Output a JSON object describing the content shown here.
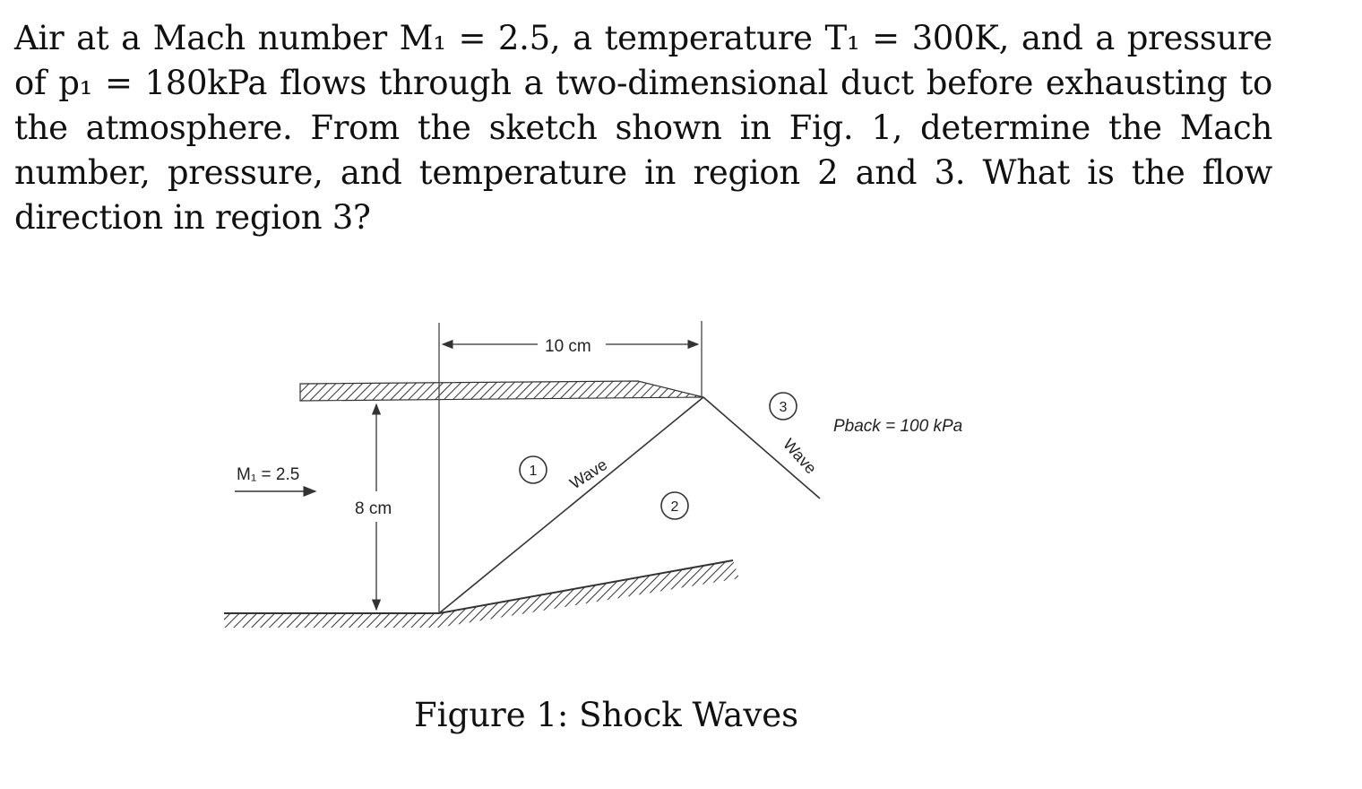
{
  "problem": {
    "text": "Air at a Mach number M₁ = 2.5, a temperature T₁ = 300K, and a pressure of p₁ = 180kPa flows through a two-dimensional duct before exhausting to the atmosphere. From the sketch shown in Fig. 1, determine the Mach number, pressure, and temperature in region 2 and 3. What is the flow direction in region 3?"
  },
  "figure": {
    "caption": "Figure 1: Shock Waves",
    "dim_width": "10 cm",
    "dim_height": "8 cm",
    "inlet_mach": "M₁ = 2.5",
    "p_back": "Pback = 100 kPa",
    "wave_label_1": "Wave",
    "wave_label_2": "Wave",
    "region_1": "1",
    "region_2": "2",
    "region_3": "3"
  }
}
